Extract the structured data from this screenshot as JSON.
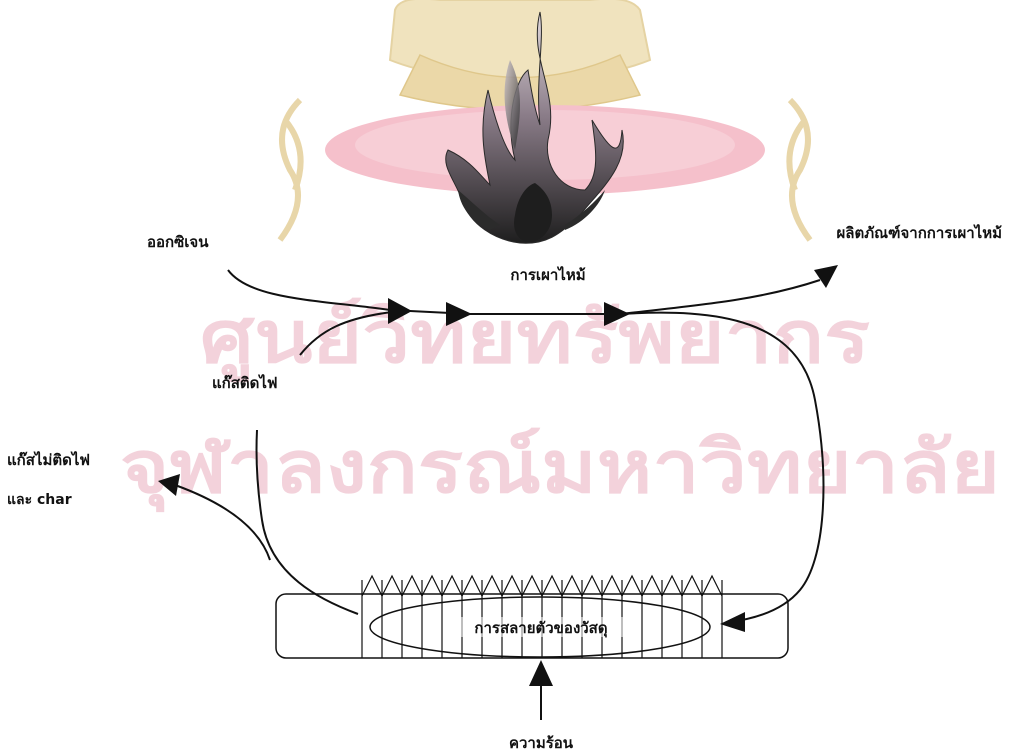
{
  "labels": {
    "oxygen": "ออกซิเจน",
    "combustion": "การเผาไหม้",
    "combustion_products": "ผลิตภัณฑ์จากการเผาไหม้",
    "flammable_gas": "แก๊สติดไฟ",
    "nonflammable_gas_line1": "แก๊สไม่ติดไฟ",
    "nonflammable_gas_line2": "และ char",
    "decomposition": "การสลายตัวของวัสดุ",
    "heat": "ความร้อน"
  },
  "watermark": {
    "line1": "ศูนย์วิทยทรัพยากร",
    "line2": "จุฬาลงกรณ์มหาวิทยาลัย",
    "color": "#e6a4b6",
    "seal_color": "#ead7a8",
    "seal_band_color": "#f3b9c4"
  },
  "colors": {
    "line": "#111111",
    "flame_dark": "#2b2b2b",
    "flame_mid": "#6a5a6a",
    "flame_light": "#d8d0d4"
  },
  "icons": {
    "flame": "flame-icon"
  }
}
